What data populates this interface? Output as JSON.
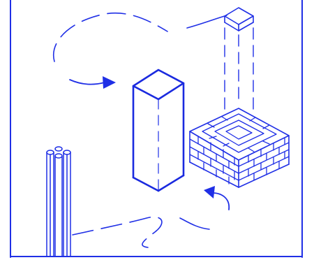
{
  "diagram": {
    "kind": "isometric illustration",
    "colors": {
      "line": "#1f2fe6",
      "line_heavy": "#1a2adf",
      "background": "#ffffff"
    },
    "elements": [
      {
        "name": "tall-prism",
        "icon": "rectangular-prism-icon"
      },
      {
        "name": "brick-block",
        "icon": "brick-wall-icon"
      },
      {
        "name": "small-cube-top",
        "icon": "wireframe-cube-icon"
      },
      {
        "name": "rod-bundle",
        "icon": "pipes-icon"
      },
      {
        "name": "arrow-to-prism",
        "icon": "arrow-right-icon"
      },
      {
        "name": "arrow-to-brick-block",
        "icon": "arrow-up-icon"
      }
    ]
  }
}
